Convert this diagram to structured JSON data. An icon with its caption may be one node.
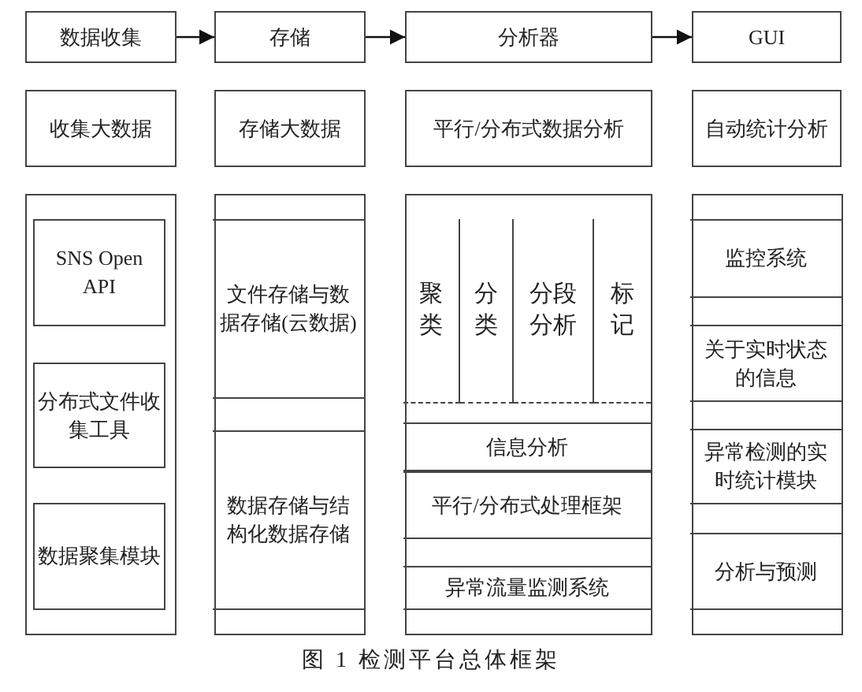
{
  "diagram": {
    "caption": "图 1  检测平台总体框架",
    "nodes": [
      {
        "text": [
          "数据收集"
        ]
      },
      {
        "text": [
          "存储"
        ]
      },
      {
        "text": [
          "分析器"
        ]
      },
      {
        "text": [
          "GUI"
        ]
      },
      {
        "text": [
          "收集大数据"
        ]
      },
      {
        "text": [
          "存储大数据"
        ]
      },
      {
        "text": [
          "平行/分布式数据分析"
        ]
      },
      {
        "text": [
          "自动统计分析"
        ]
      },
      {
        "text": [],
        "shape": "box"
      },
      {
        "text": [
          "SNS Open API"
        ],
        "in": 8
      },
      {
        "text": [
          "分布式文件收集工具"
        ],
        "in": 8
      },
      {
        "text": [
          "数据聚集模块"
        ],
        "in": 8
      },
      {
        "text": [],
        "shape": "box"
      },
      {
        "text": [
          "文件存储与数据存储(云数据)"
        ],
        "in": 12
      },
      {
        "text": [
          "数据存储与结构化数据存储"
        ],
        "in": 12
      },
      {
        "text": [],
        "shape": "box"
      },
      {
        "text": [
          "聚类"
        ],
        "in": 15
      },
      {
        "text": [
          "分类"
        ],
        "in": 15
      },
      {
        "text": [
          "分段分析"
        ],
        "in": 15
      },
      {
        "text": [
          "标记"
        ],
        "in": 15
      },
      {
        "text": [
          "信息分析"
        ],
        "in": 15
      },
      {
        "text": [
          "平行/分布式处理框架"
        ],
        "in": 15
      },
      {
        "text": [
          "异常流量监测系统"
        ],
        "in": 15
      },
      {
        "text": [],
        "shape": "box"
      },
      {
        "text": [
          "监控系统"
        ],
        "in": 23
      },
      {
        "text": [
          "关于实时状态的信息"
        ],
        "in": 23
      },
      {
        "text": [
          "异常检测的实时统计模块"
        ],
        "in": 23
      },
      {
        "text": [
          "分析与预测"
        ],
        "in": 23
      }
    ],
    "edges": [
      {
        "from": 0,
        "to": 1,
        "arrow": "to"
      },
      {
        "from": 1,
        "to": 2,
        "arrow": "to"
      },
      {
        "from": 2,
        "to": 3,
        "arrow": "to"
      }
    ]
  }
}
